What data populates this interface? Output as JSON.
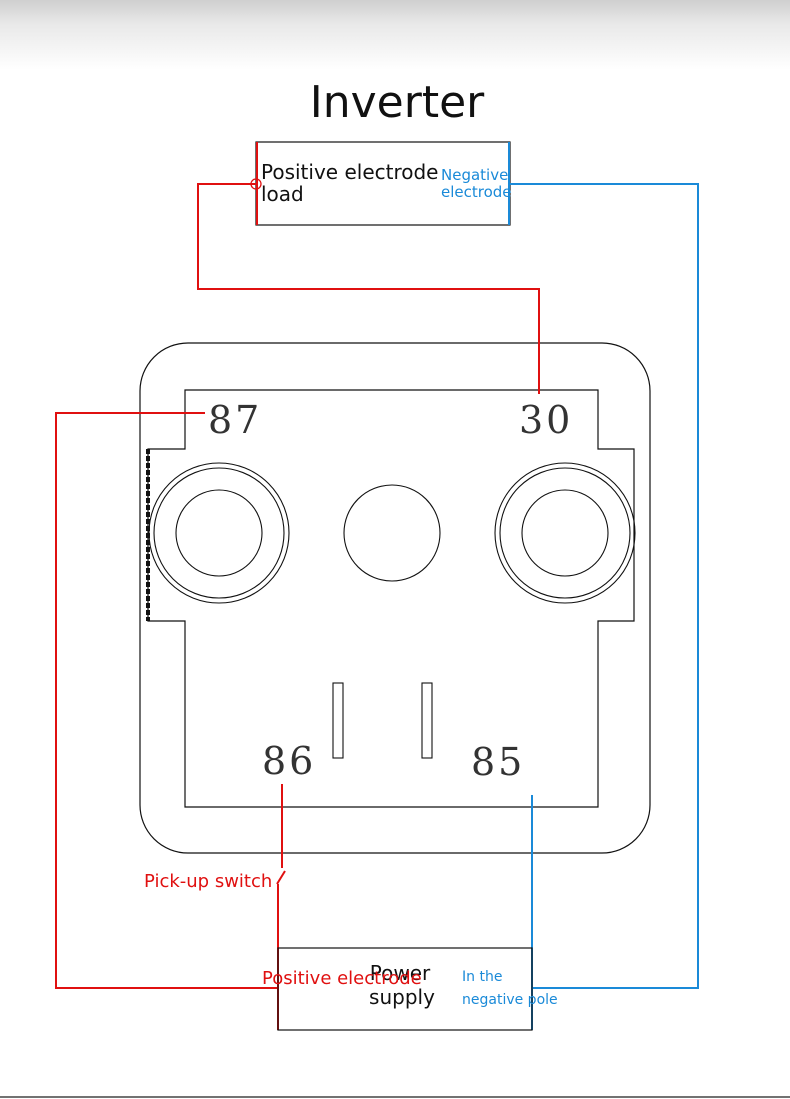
{
  "title": "Inverter",
  "load_box": {
    "line1": "Positive electrode",
    "line2": "load",
    "negative_line1": "Negative",
    "negative_line2": "electrode"
  },
  "pins": {
    "p87": "87",
    "p30": "30",
    "p86": "86",
    "p85": "85"
  },
  "switch_label": "Pick-up switch",
  "power_box": {
    "line1": "Power",
    "line2": "supply",
    "positive": "Positive electrode",
    "negative_line1": "In the",
    "negative_line2": "negative pole"
  },
  "colors": {
    "positive_wire": "#e01010",
    "negative_wire": "#1a8ad8",
    "outline": "#111111"
  }
}
